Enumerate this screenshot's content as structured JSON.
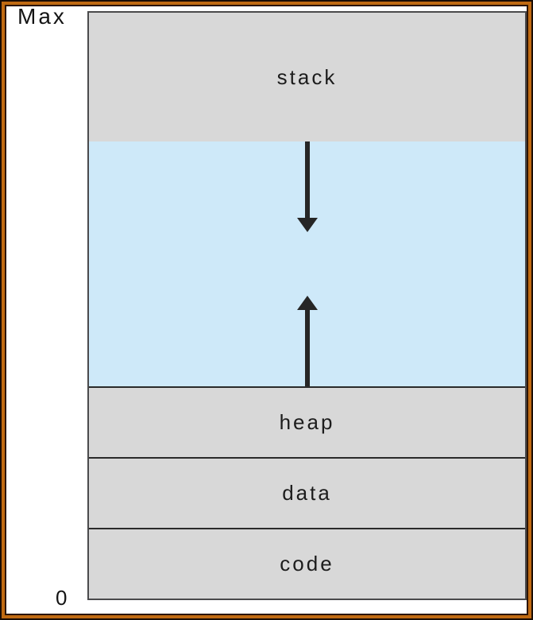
{
  "labels": {
    "max": "Max",
    "zero": "0"
  },
  "sections": [
    {
      "id": "stack",
      "label": "stack",
      "fill": "#d8d8d8"
    },
    {
      "id": "hole",
      "label": "",
      "fill": "#cee9f9"
    },
    {
      "id": "heap",
      "label": "heap",
      "fill": "#d8d8d8"
    },
    {
      "id": "data",
      "label": "data",
      "fill": "#d8d8d8"
    },
    {
      "id": "code",
      "label": "code",
      "fill": "#d8d8d8"
    }
  ],
  "icons": [
    {
      "name": "down-arrow-icon",
      "glyph": "↓"
    },
    {
      "name": "up-arrow-icon",
      "glyph": "↑"
    }
  ],
  "colors": {
    "frame_orange": "#c06a12",
    "frame_dark": "#1a0c04",
    "region_gray": "#d8d8d8",
    "region_blue": "#cee9f9",
    "box_border": "#4a4a4c",
    "divider": "#2a2a2a",
    "arrow": "#262626",
    "text": "#1c1c1c"
  }
}
